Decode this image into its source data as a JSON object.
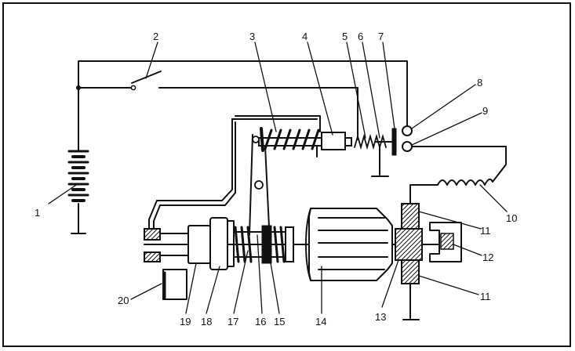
{
  "diagram": {
    "labels": [
      {
        "id": "1",
        "text": "1"
      },
      {
        "id": "2",
        "text": "2"
      },
      {
        "id": "3",
        "text": "3"
      },
      {
        "id": "4",
        "text": "4"
      },
      {
        "id": "5",
        "text": "5"
      },
      {
        "id": "6",
        "text": "6"
      },
      {
        "id": "7",
        "text": "7"
      },
      {
        "id": "8",
        "text": "8"
      },
      {
        "id": "9",
        "text": "9"
      },
      {
        "id": "10",
        "text": "10"
      },
      {
        "id": "11a",
        "text": "11"
      },
      {
        "id": "12",
        "text": "12"
      },
      {
        "id": "11b",
        "text": "11"
      },
      {
        "id": "13",
        "text": "13"
      },
      {
        "id": "14",
        "text": "14"
      },
      {
        "id": "15",
        "text": "15"
      },
      {
        "id": "16",
        "text": "16"
      },
      {
        "id": "17",
        "text": "17"
      },
      {
        "id": "18",
        "text": "18"
      },
      {
        "id": "19",
        "text": "19"
      },
      {
        "id": "20",
        "text": "20"
      }
    ]
  }
}
